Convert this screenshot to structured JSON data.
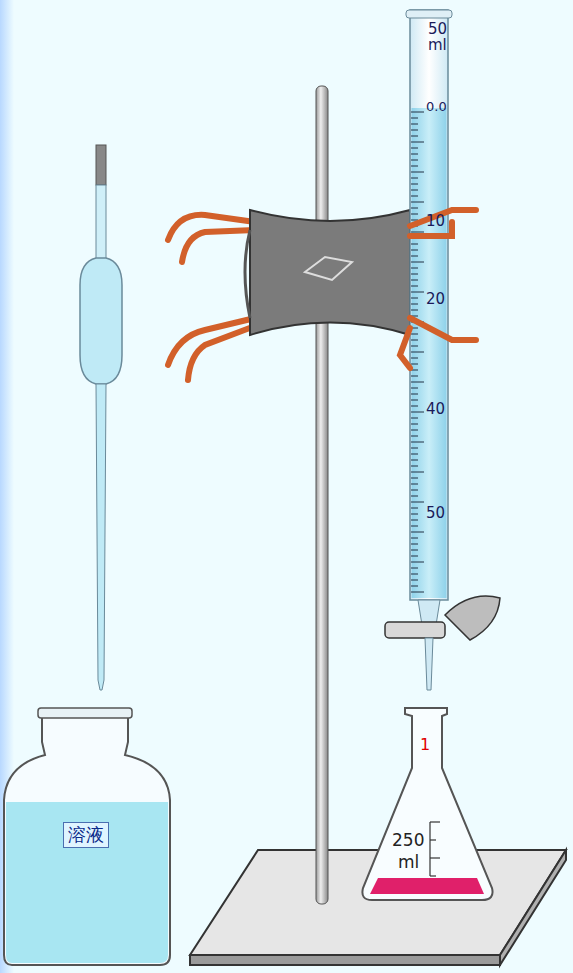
{
  "diagram": {
    "nodes": [
      {
        "text": [
          "溶液"
        ]
      }
    ],
    "labels": [
      "50",
      "ml",
      "0.0",
      "10",
      "20",
      "40",
      "50",
      "1",
      "250",
      "ml"
    ]
  }
}
